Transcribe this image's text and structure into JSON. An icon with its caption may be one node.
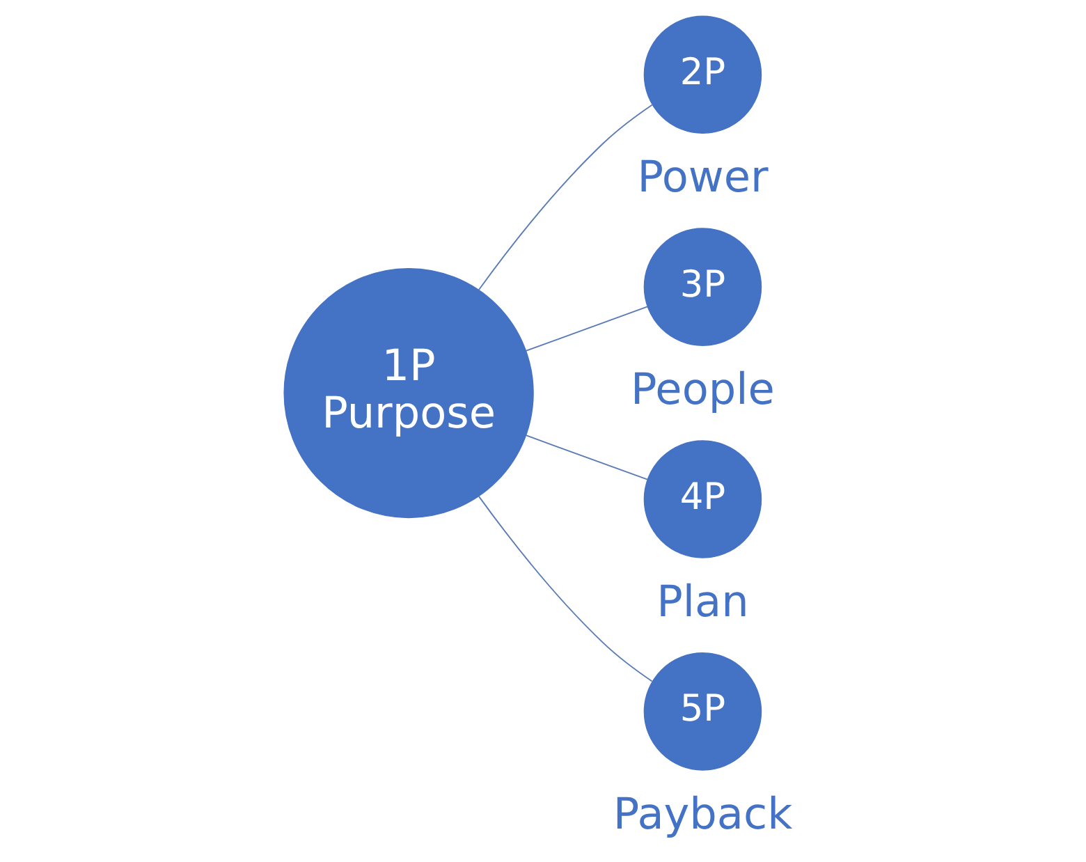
{
  "diagram": {
    "nodes": [
      {
        "text": [
          "1P",
          "Purpose"
        ]
      },
      {
        "text": [
          "2P"
        ],
        "beside": [
          "Power"
        ]
      },
      {
        "text": [
          "3P"
        ],
        "beside": [
          "People"
        ]
      },
      {
        "text": [
          "4P"
        ],
        "beside": [
          "Plan"
        ]
      },
      {
        "text": [
          "5P"
        ],
        "beside": [
          "Payback"
        ]
      }
    ],
    "edges": [
      {
        "from": 0,
        "to": 1,
        "arrow": "none"
      },
      {
        "from": 0,
        "to": 2,
        "arrow": "none"
      },
      {
        "from": 0,
        "to": 3,
        "arrow": "none"
      },
      {
        "from": 0,
        "to": 4,
        "arrow": "none"
      }
    ]
  }
}
